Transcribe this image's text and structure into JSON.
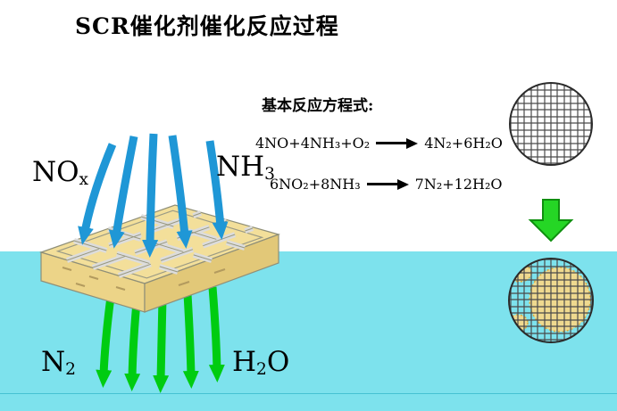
{
  "title": "SCR催化剂催化反应过程",
  "labels": {
    "inlet_left": {
      "main": "NO",
      "sub": "x"
    },
    "inlet_right": {
      "main": "NH",
      "sub": "3"
    },
    "outlet_left": {
      "main": "N",
      "sub": "2"
    },
    "outlet_right": {
      "main": "H",
      "sub": "2",
      "post": "O"
    }
  },
  "equations": {
    "header": "基本反应方程式:",
    "reactions": [
      {
        "lhs": "4NO+4NH₃+O₂",
        "rhs": "4N₂+6H₂O"
      },
      {
        "lhs": "6NO₂+8NH₃",
        "rhs": "7N₂+12H₂O"
      }
    ]
  },
  "colors": {
    "water_background": "#7de2ed",
    "inlet_arrow_blue": "#1f97d6",
    "outlet_arrow_green": "#00cc11",
    "catalyst_tan": "#f3df9a",
    "state_arrow_green": "#25d625",
    "equation_arrow_black": "#000000"
  }
}
